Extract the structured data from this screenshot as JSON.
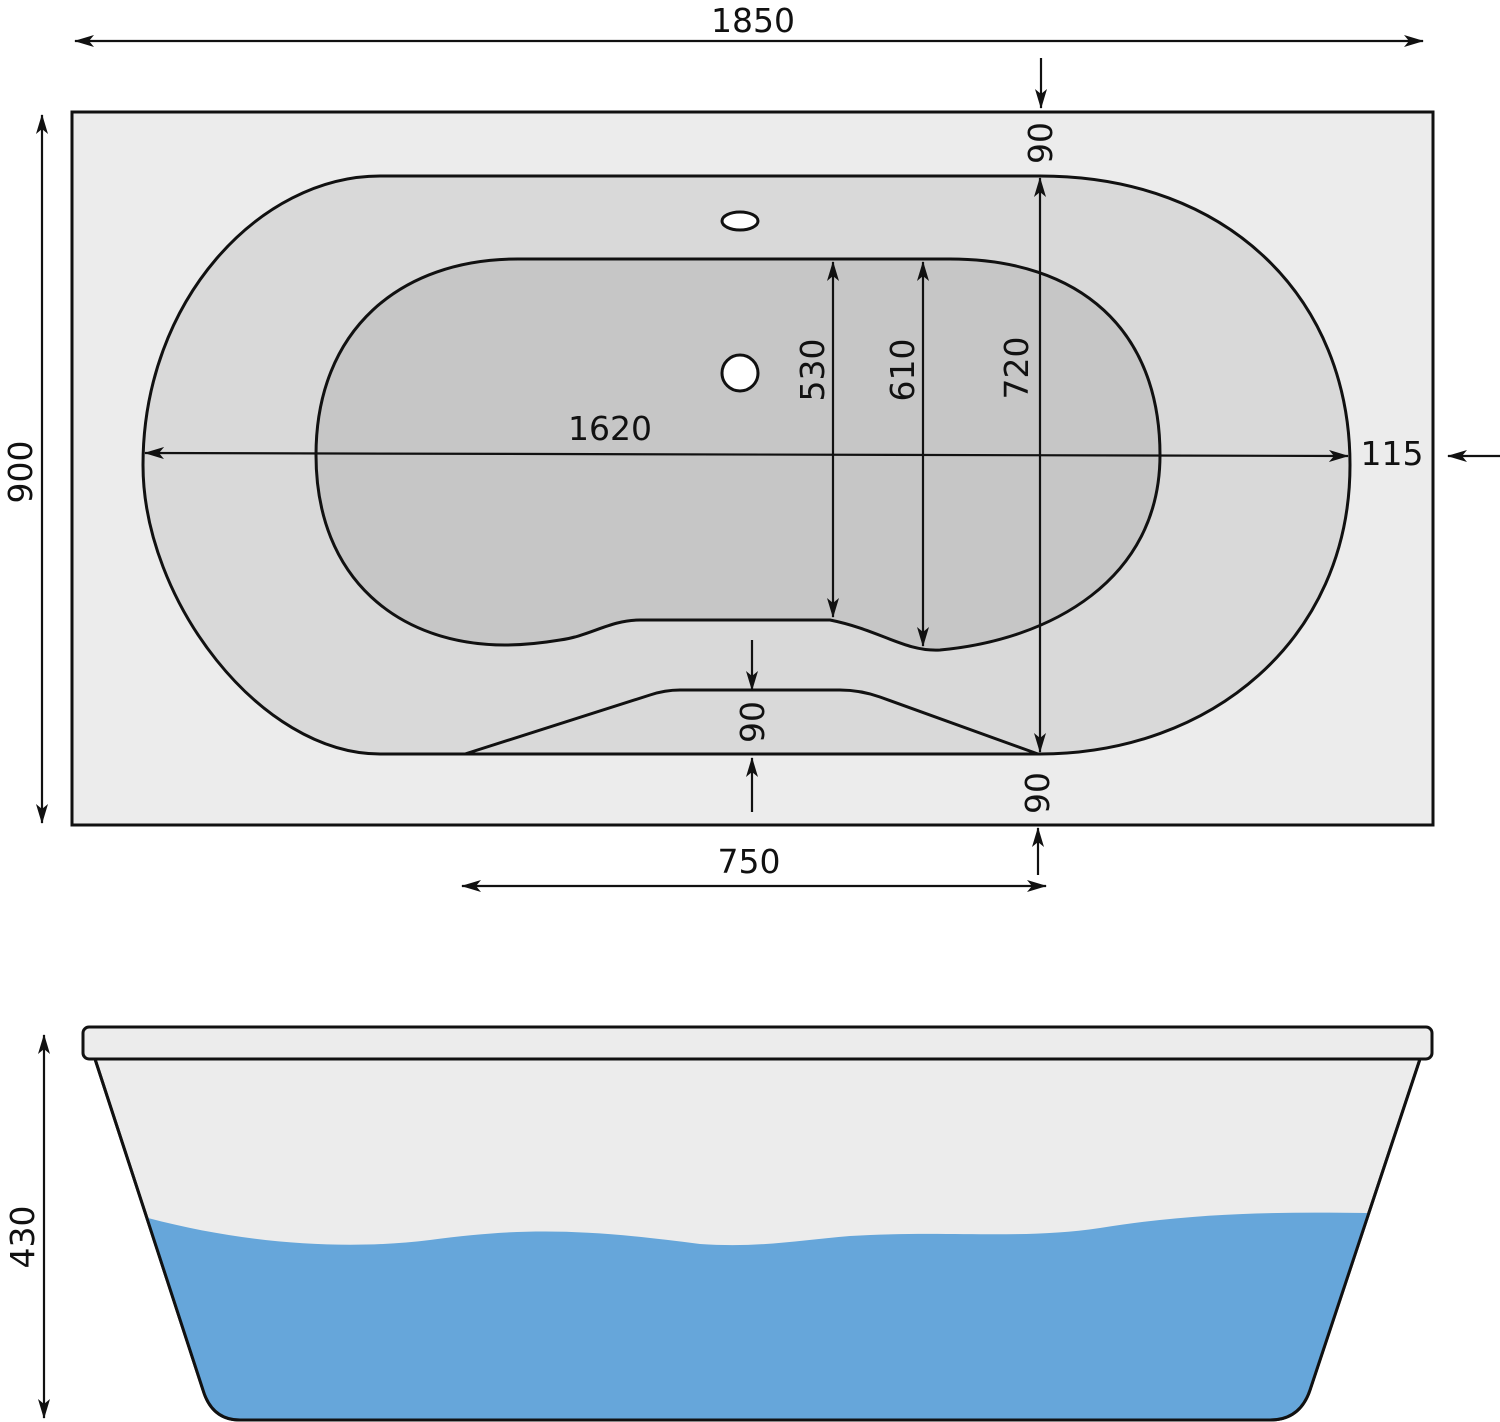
{
  "colors": {
    "deck": "#ececec",
    "rim": "#d9d9d9",
    "basin": "#c6c6c6",
    "water": "#66a6da",
    "line": "#111111"
  },
  "top_view": {
    "overall_length": "1850",
    "overall_width": "900",
    "deck_top_margin": "90",
    "inner_rim_width": "720",
    "basin_width_narrow": "530",
    "basin_width_wide": "610",
    "inner_length": "1620",
    "end_margin": "115",
    "seat_depth": "90",
    "deck_bottom_margin": "90",
    "seat_length": "750"
  },
  "side_view": {
    "depth": "430"
  }
}
